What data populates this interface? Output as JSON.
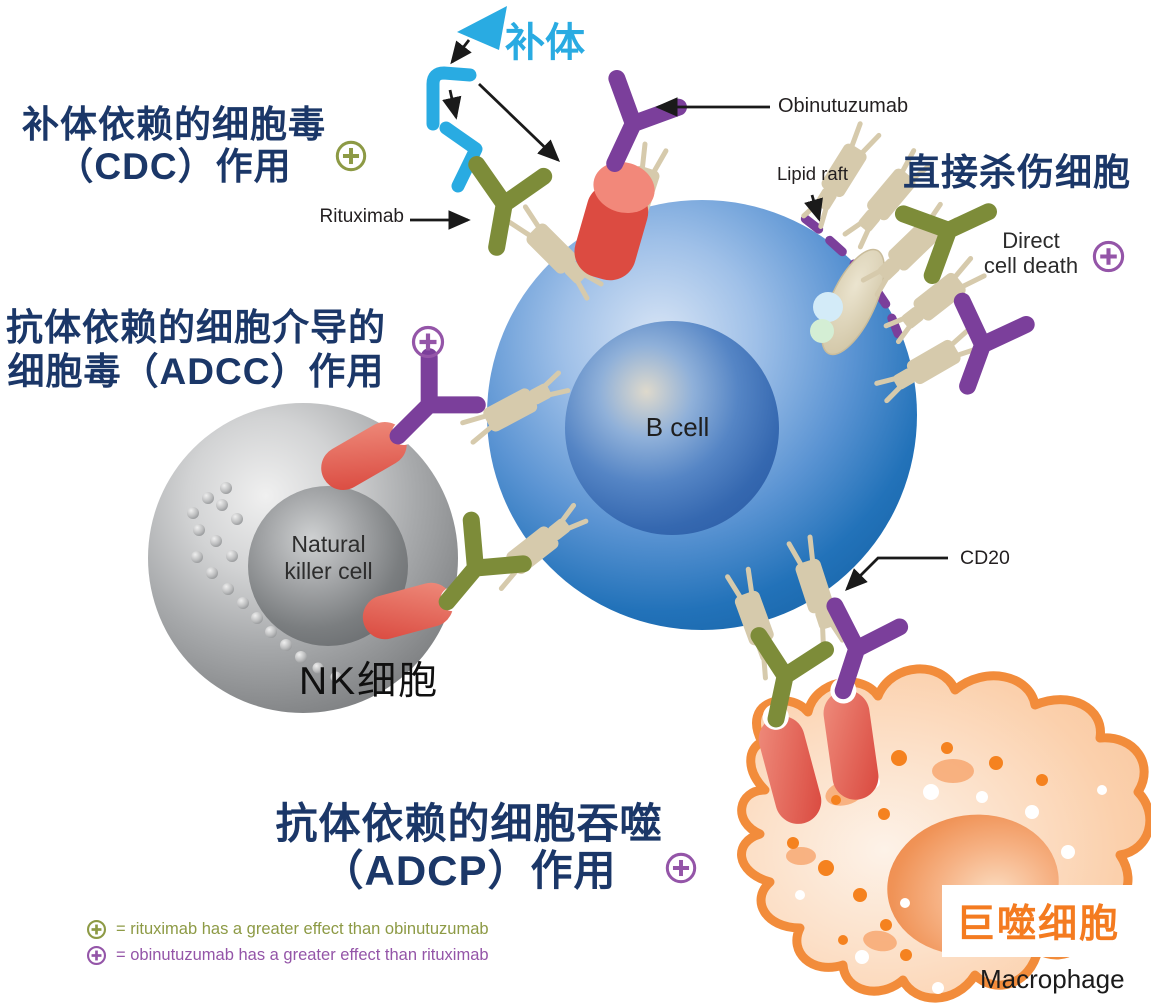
{
  "colors": {
    "navy": "#1b3768",
    "cyan": "#29abe2",
    "olive": "#7d8c39",
    "olive_text": "#8d9a45",
    "purple": "#7b3f9b",
    "purple_text": "#9455a8",
    "red": "#dc4b41",
    "salmon": "#f2887a",
    "tan": "#d6caac",
    "b_cell_blue": "#2272b9",
    "nk_gray": "#87898b",
    "macrophage_orange": "#f28c3b",
    "macrophage_text_orange": "#f47b20",
    "black": "#231f20"
  },
  "labels": {
    "complement": "补体",
    "cdc": {
      "line1": "补体依赖的细胞毒",
      "line2": "（CDC）作用"
    },
    "adcc": {
      "line1": "抗体依赖的细胞介导的",
      "line2": "细胞毒（ADCC）作用"
    },
    "adcp": {
      "line1": "抗体依赖的细胞吞噬",
      "line2": "（ADCP）作用"
    },
    "direct_kill_cn": "直接杀伤细胞",
    "direct_kill_en": {
      "line1": "Direct",
      "line2": "cell death"
    },
    "rituximab": "Rituximab",
    "obinutuzumab": "Obinutuzumab",
    "lipid_raft": "Lipid raft",
    "b_cell": "B cell",
    "natural_killer": {
      "line1": "Natural",
      "line2": "killer cell"
    },
    "nk_cn": "NK细胞",
    "cd20": "CD20",
    "macrophage_cn": "巨噬细胞",
    "macrophage_en": "Macrophage"
  },
  "legend": {
    "rituximab_note": "= rituximab has a greater effect than obinutuzumab",
    "obinutuzumab_note": "= obinutuzumab has a greater effect than rituximab"
  }
}
